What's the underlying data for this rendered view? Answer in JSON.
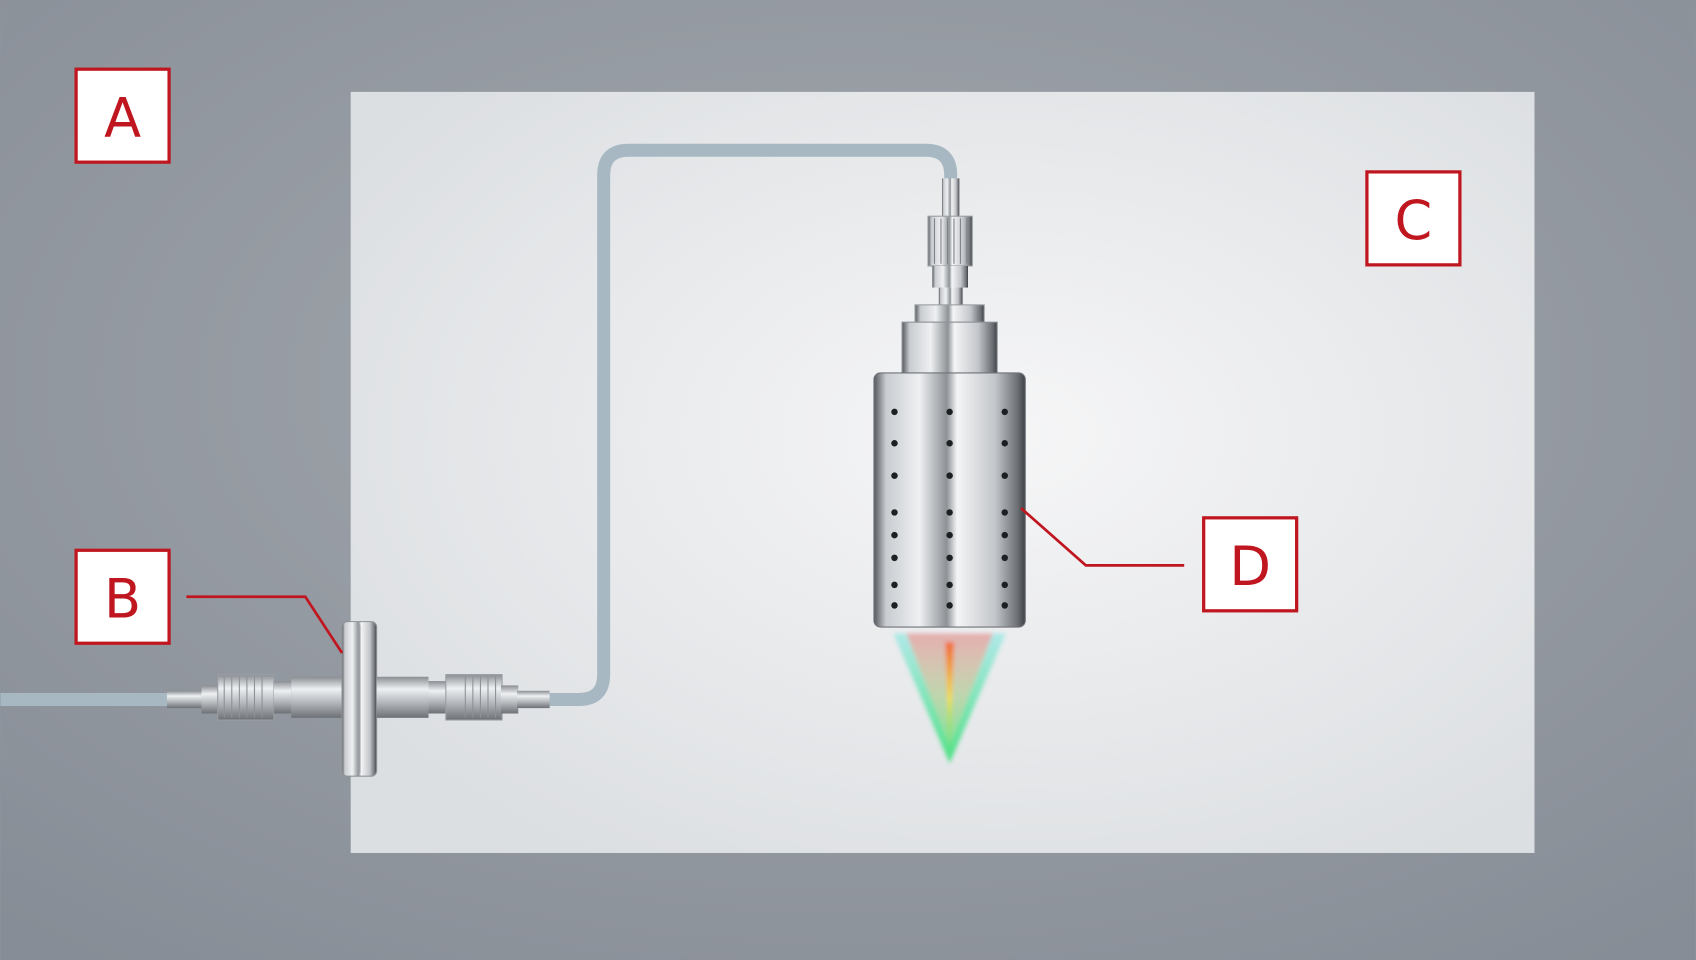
{
  "labels": {
    "a": "A",
    "b": "B",
    "c": "C",
    "d": "D"
  },
  "colors": {
    "label_red": "#c0161f",
    "background": "#8f959d",
    "panel": "#eceef0",
    "fiber": "#a7b8c2"
  }
}
